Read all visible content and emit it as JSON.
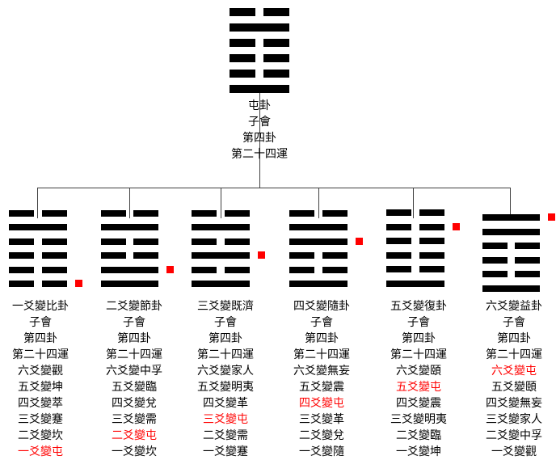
{
  "colors": {
    "line": "#000000",
    "changed_marker": "#ff0000",
    "changed_text": "#ff0000",
    "connector": "#404040"
  },
  "root": {
    "name": "屯",
    "lines_top_to_bottom": [
      "yin",
      "yang",
      "yin",
      "yin",
      "yin",
      "yang"
    ],
    "labels": [
      "屯卦",
      "子會",
      "第四卦",
      "第二十四運"
    ]
  },
  "children": [
    {
      "name": "比",
      "changed_line": 1,
      "lines_top_to_bottom": [
        "yin",
        "yang",
        "yin",
        "yin",
        "yin",
        "yin"
      ],
      "labels": [
        {
          "text": "一爻變比卦",
          "red": false
        },
        {
          "text": "子會",
          "red": false
        },
        {
          "text": "第四卦",
          "red": false
        },
        {
          "text": "第二十四運",
          "red": false
        },
        {
          "text": "六爻變觀",
          "red": false
        },
        {
          "text": "五爻變坤",
          "red": false
        },
        {
          "text": "四爻變萃",
          "red": false
        },
        {
          "text": "三爻變蹇",
          "red": false
        },
        {
          "text": "二爻變坎",
          "red": false
        },
        {
          "text": "一爻變屯",
          "red": true
        }
      ]
    },
    {
      "name": "節",
      "changed_line": 2,
      "lines_top_to_bottom": [
        "yin",
        "yang",
        "yin",
        "yin",
        "yang",
        "yang"
      ],
      "labels": [
        {
          "text": "二爻變節卦",
          "red": false
        },
        {
          "text": "子會",
          "red": false
        },
        {
          "text": "第四卦",
          "red": false
        },
        {
          "text": "第二十四運",
          "red": false
        },
        {
          "text": "六爻變中孚",
          "red": false
        },
        {
          "text": "五爻變臨",
          "red": false
        },
        {
          "text": "四爻變兌",
          "red": false
        },
        {
          "text": "三爻變需",
          "red": false
        },
        {
          "text": "二爻變屯",
          "red": true
        },
        {
          "text": "一爻變坎",
          "red": false
        }
      ]
    },
    {
      "name": "既濟",
      "changed_line": 3,
      "lines_top_to_bottom": [
        "yin",
        "yang",
        "yin",
        "yang",
        "yin",
        "yang"
      ],
      "labels": [
        {
          "text": "三爻變既濟",
          "red": false
        },
        {
          "text": "子會",
          "red": false
        },
        {
          "text": "第四卦",
          "red": false
        },
        {
          "text": "第二十四運",
          "red": false
        },
        {
          "text": "六爻變家人",
          "red": false
        },
        {
          "text": "五爻變明夷",
          "red": false
        },
        {
          "text": "四爻變革",
          "red": false
        },
        {
          "text": "三爻變屯",
          "red": true
        },
        {
          "text": "二爻變需",
          "red": false
        },
        {
          "text": "一爻變蹇",
          "red": false
        }
      ]
    },
    {
      "name": "隨",
      "changed_line": 4,
      "lines_top_to_bottom": [
        "yin",
        "yang",
        "yang",
        "yin",
        "yin",
        "yang"
      ],
      "labels": [
        {
          "text": "四爻變隨卦",
          "red": false
        },
        {
          "text": "子會",
          "red": false
        },
        {
          "text": "第四卦",
          "red": false
        },
        {
          "text": "第二十四運",
          "red": false
        },
        {
          "text": "六爻變無妄",
          "red": false
        },
        {
          "text": "五爻變震",
          "red": false
        },
        {
          "text": "四爻變屯",
          "red": true
        },
        {
          "text": "三爻變革",
          "red": false
        },
        {
          "text": "二爻變兌",
          "red": false
        },
        {
          "text": "一爻變隨",
          "red": false
        }
      ]
    },
    {
      "name": "復",
      "changed_line": 5,
      "lines_top_to_bottom": [
        "yin",
        "yin",
        "yin",
        "yin",
        "yin",
        "yang"
      ],
      "labels": [
        {
          "text": "五爻變復卦",
          "red": false
        },
        {
          "text": "子會",
          "red": false
        },
        {
          "text": "第四卦",
          "red": false
        },
        {
          "text": "第二十四運",
          "red": false
        },
        {
          "text": "六爻變頤",
          "red": false
        },
        {
          "text": "五爻變屯",
          "red": true
        },
        {
          "text": "四爻變震",
          "red": false
        },
        {
          "text": "三爻變明夷",
          "red": false
        },
        {
          "text": "二爻變臨",
          "red": false
        },
        {
          "text": "一爻變坤",
          "red": false
        }
      ]
    },
    {
      "name": "益",
      "changed_line": 6,
      "lines_top_to_bottom": [
        "yang",
        "yang",
        "yin",
        "yin",
        "yin",
        "yang"
      ],
      "labels": [
        {
          "text": "六爻變益卦",
          "red": false
        },
        {
          "text": "子會",
          "red": false
        },
        {
          "text": "第四卦",
          "red": false
        },
        {
          "text": "第二十四運",
          "red": false
        },
        {
          "text": "六爻變屯",
          "red": true
        },
        {
          "text": "五爻變頤",
          "red": false
        },
        {
          "text": "四爻變無妄",
          "red": false
        },
        {
          "text": "三爻變家人",
          "red": false
        },
        {
          "text": "二爻變中孚",
          "red": false
        },
        {
          "text": "一爻變觀",
          "red": false
        }
      ]
    }
  ]
}
